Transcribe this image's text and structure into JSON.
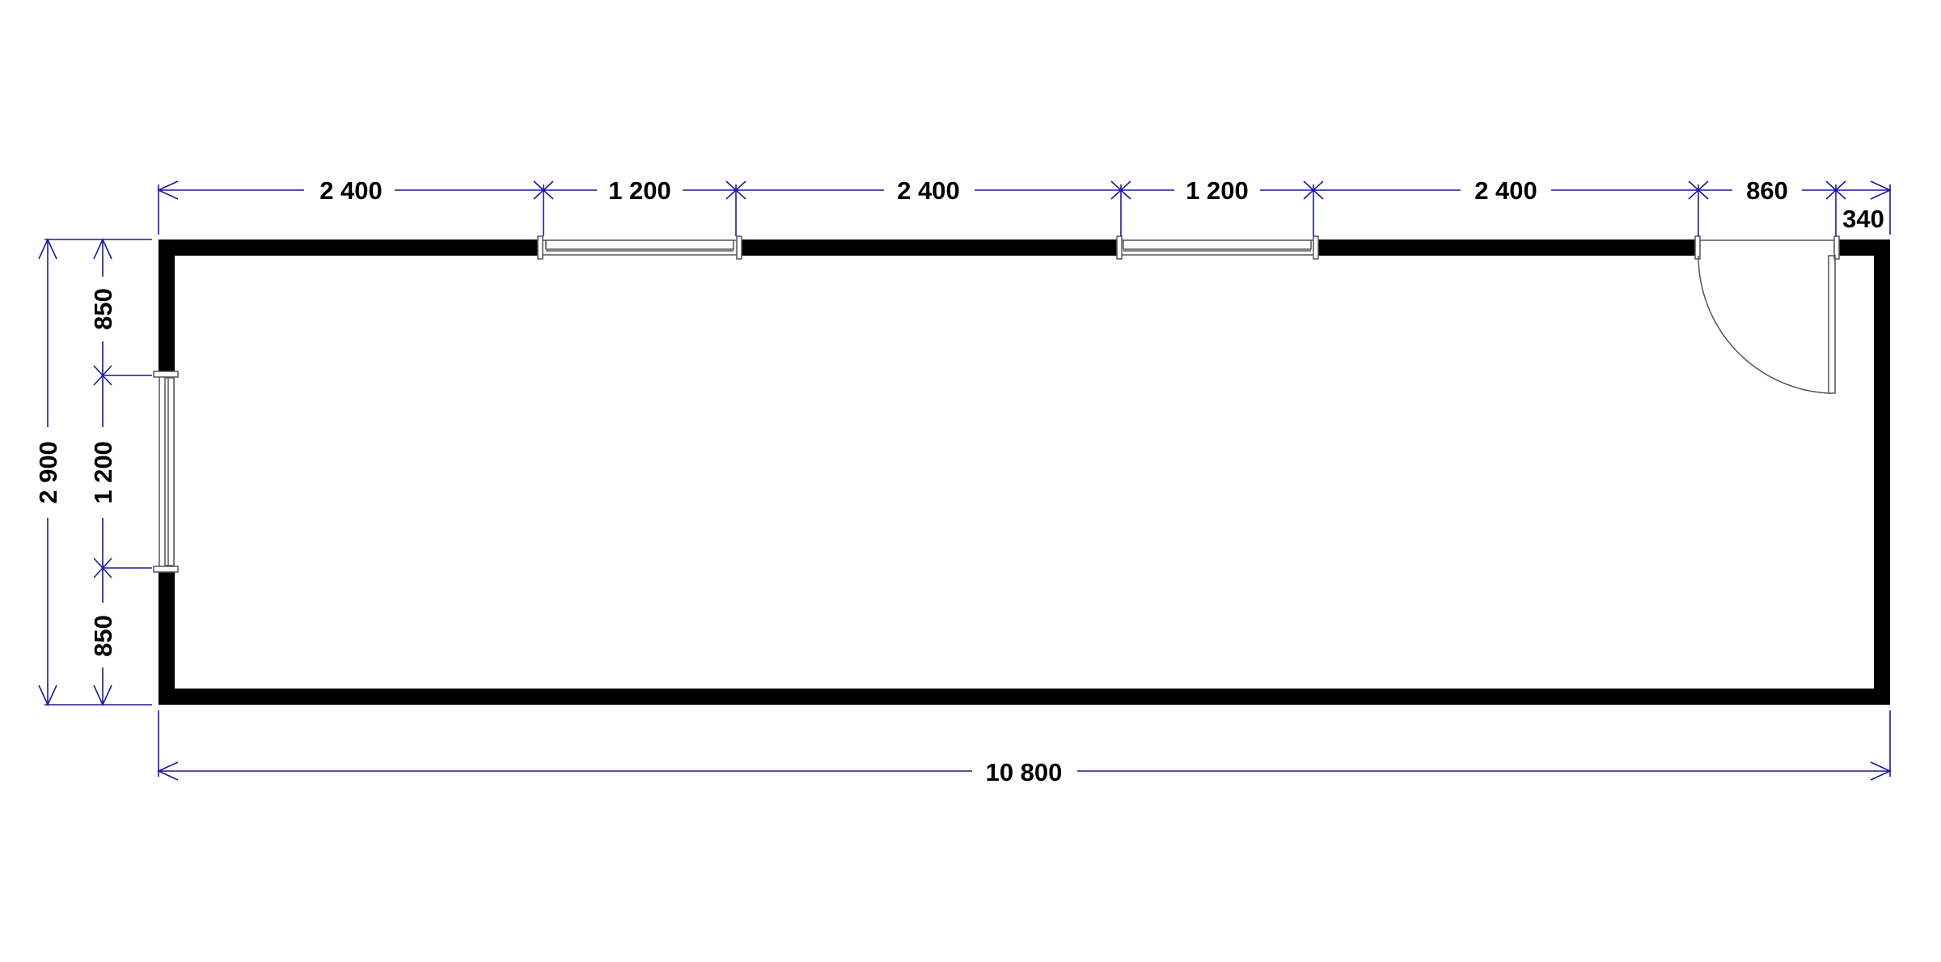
{
  "plan": {
    "units": "mm",
    "overall_length": "10 800",
    "overall_width": "2 900",
    "top_dimensions": [
      "2 400",
      "1 200",
      "2 400",
      "1 200",
      "2 400",
      "860",
      "340"
    ],
    "left_dimensions": [
      "850",
      "1 200",
      "850"
    ],
    "colors": {
      "dimension": "#1a1a9c",
      "wall": "#000000",
      "opening": "#555555"
    },
    "openings": [
      {
        "type": "window",
        "wall": "top",
        "width": "1 200"
      },
      {
        "type": "window",
        "wall": "top",
        "width": "1 200"
      },
      {
        "type": "door",
        "wall": "top",
        "width": "860"
      },
      {
        "type": "window",
        "wall": "left",
        "width": "1 200"
      }
    ]
  }
}
